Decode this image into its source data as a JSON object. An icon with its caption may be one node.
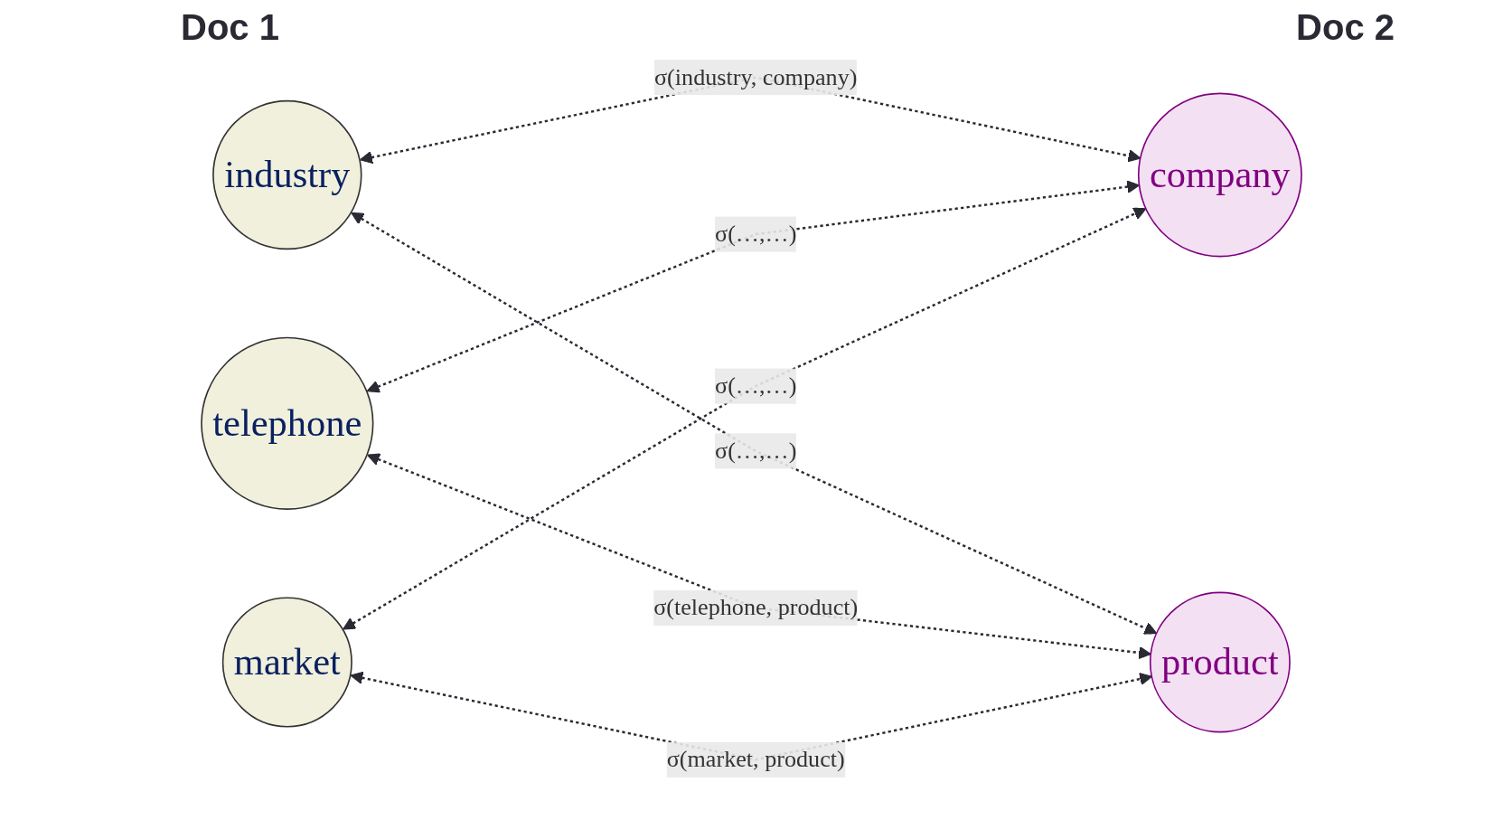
{
  "diagram": {
    "nodes": [
      {
        "text": [
          "industry"
        ]
      },
      {
        "text": [
          "telephone"
        ]
      },
      {
        "text": [
          "market"
        ]
      },
      {
        "text": [
          "company"
        ]
      },
      {
        "text": [
          "product"
        ]
      }
    ],
    "edges": [
      {
        "from": 0,
        "to": 3,
        "arrow": "both",
        "style": "dashed",
        "label": "σ(industry, company)"
      },
      {
        "from": 0,
        "to": 4,
        "arrow": "both",
        "style": "dashed",
        "label": "σ(…,…)"
      },
      {
        "from": 1,
        "to": 3,
        "arrow": "both",
        "style": "dashed",
        "label": "σ(…,…)"
      },
      {
        "from": 1,
        "to": 4,
        "arrow": "both",
        "style": "dashed",
        "label": "σ(telephone, product)"
      },
      {
        "from": 2,
        "to": 3,
        "arrow": "both",
        "style": "dashed",
        "label": "σ(…,…)"
      },
      {
        "from": 2,
        "to": 4,
        "arrow": "both",
        "style": "dashed",
        "label": "σ(market, product)"
      }
    ],
    "labels": [
      "Doc 2",
      "Doc 1"
    ]
  }
}
